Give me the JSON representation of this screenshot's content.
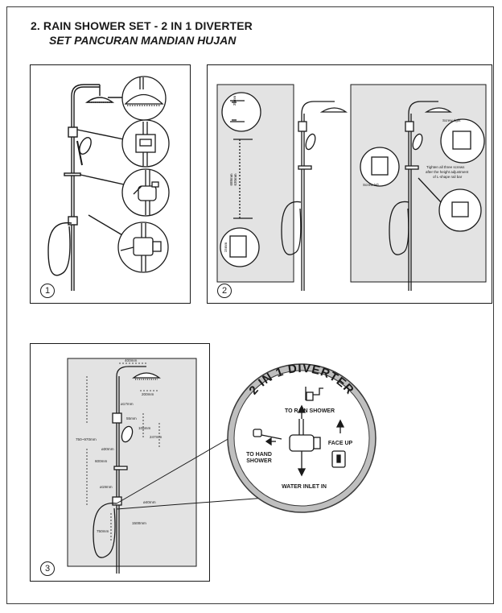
{
  "header": {
    "title": "2.  RAIN SHOWER SET - 2 IN 1 DIVERTER",
    "subtitle": "SET PANCURAN MANDIAN HUJAN"
  },
  "panels": {
    "p1": {
      "number": "1"
    },
    "p2": {
      "number": "2",
      "dim_35mm": "35mm",
      "dim_688mm": "688mm",
      "dim_630mm": "630mm",
      "dim_15mm": "15mm",
      "screw_left": "Screw left",
      "screw_right": "Screw right",
      "tighten_note_1": "Tighten all three screws",
      "tighten_note_2": "after the height adjustment",
      "tighten_note_3": "of L-shape rail bar"
    },
    "p3": {
      "number": "3",
      "dims": {
        "d400": "400mm",
        "d200": "200mm",
        "d17": "ø17mm",
        "d55": "55mm",
        "d105": "105mm",
        "d247": "247mm",
        "d750_970": "750~970mm",
        "d30": "ø30mm",
        "d600": "600mm",
        "d19": "ø19mm",
        "d40": "ø40mm",
        "d1500": "1500mm",
        "d750": "750mm"
      }
    }
  },
  "diverter": {
    "title": "2 IN 1 DIVERTER",
    "to_rain": "TO RAIN SHOWER",
    "face_up": "FACE UP",
    "to_hand_1": "TO HAND",
    "to_hand_2": "SHOWER",
    "water_inlet": "WATER INLET IN"
  }
}
